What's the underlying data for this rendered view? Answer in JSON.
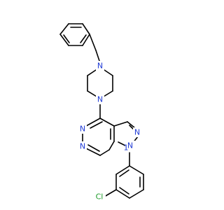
{
  "molecule": {
    "atoms": {
      "n_pip_top": "N",
      "n_pip_bottom": "N",
      "n3": "N",
      "n5": "N",
      "n_pyrazole_2": "N",
      "n_pyrazole_1": "N",
      "n1_sub": "1",
      "cl": "Cl"
    },
    "colors": {
      "nitrogen": "#1f3bd6",
      "chlorine": "#1e9b2a",
      "bond": "#000000"
    }
  }
}
